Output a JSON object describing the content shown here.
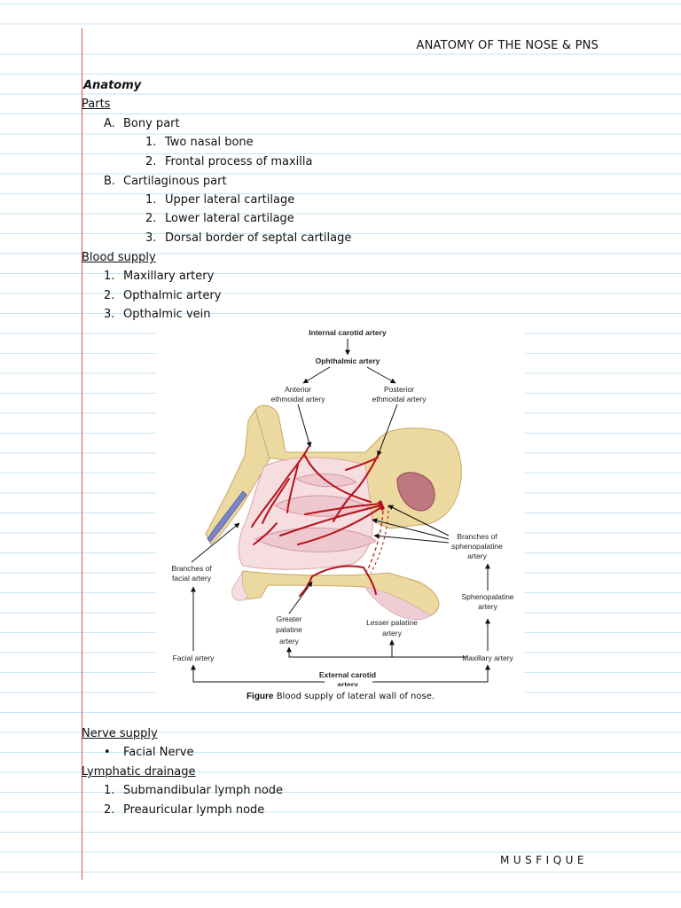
{
  "header": {
    "title": "ANATOMY OF THE NOSE & PNS"
  },
  "anatomy": {
    "heading": "Anatomy",
    "parts_heading": "Parts",
    "items": [
      {
        "label": "A.",
        "text": "Bony part",
        "sub": [
          {
            "n": "1.",
            "text": "Two nasal bone"
          },
          {
            "n": "2.",
            "text": "Frontal process of maxilla"
          }
        ]
      },
      {
        "label": "B.",
        "text": "Cartilaginous part",
        "sub": [
          {
            "n": "1.",
            "text": "Upper lateral cartilage"
          },
          {
            "n": "2.",
            "text": "Lower lateral cartilage"
          },
          {
            "n": "3.",
            "text": "Dorsal border of septal cartilage"
          }
        ]
      }
    ]
  },
  "blood_supply": {
    "heading": "Blood supply",
    "items": [
      {
        "n": "1.",
        "text": "Maxillary artery"
      },
      {
        "n": "2.",
        "text": "Opthalmic artery"
      },
      {
        "n": "3.",
        "text": "Opthalmic vein"
      }
    ]
  },
  "figure": {
    "labels": {
      "ica": "Internal carotid artery",
      "ophth": "Ophthalmic artery",
      "ant1": "Anterior",
      "ant2": "ethmoidal artery",
      "post1": "Posterior",
      "post2": "ethmoidal artery",
      "sph1": "Branches of",
      "sph2": "sphenopalatine",
      "sph3": "artery",
      "fac1": "Branches of",
      "fac2": "facial artery",
      "spa1": "Sphenopalatine",
      "spa2": "artery",
      "gp1": "Greater",
      "gp2": "palatine",
      "gp3": "artery",
      "lp1": "Lesser palatine",
      "lp2": "artery",
      "facial": "Facial artery",
      "maxillary": "Maxillary artery",
      "eca1": "External carotid",
      "eca2": "artery"
    },
    "caption_bold": "Figure",
    "caption_text": "Blood supply of lateral wall of nose.",
    "colors": {
      "bone": "#ecd9a0",
      "mucosa": "#f6dde0",
      "artery": "#b5121b",
      "sinus": "#c07880",
      "cartilage": "#7c86c7"
    }
  },
  "nerve_supply": {
    "heading": "Nerve supply",
    "items": [
      {
        "bullet": "•",
        "text": "Facial Nerve"
      }
    ]
  },
  "lymphatic": {
    "heading": "Lymphatic drainage",
    "items": [
      {
        "n": "1.",
        "text": "Submandibular lymph node"
      },
      {
        "n": "2.",
        "text": "Preauricular lymph node"
      }
    ]
  },
  "footer": {
    "text": "MUSFIQUE"
  }
}
